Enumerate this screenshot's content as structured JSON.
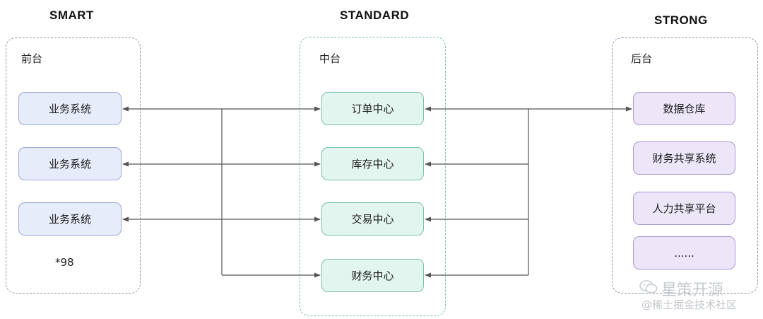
{
  "columns": {
    "left": {
      "title": "SMART",
      "panel_label": "前台",
      "items": [
        "业务系统",
        "业务系统",
        "业务系统"
      ],
      "note": "*98"
    },
    "middle": {
      "title": "STANDARD",
      "panel_label": "中台",
      "items": [
        "订单中心",
        "库存中心",
        "交易中心",
        "财务中心"
      ]
    },
    "right": {
      "title": "STRONG",
      "panel_label": "后台",
      "items": [
        "数据仓库",
        "财务共享系统",
        "人力共享平台",
        "......"
      ]
    }
  },
  "watermark": {
    "main": "星策开源",
    "sub": "@稀土掘金技术社区"
  },
  "colors": {
    "front_fill": "#e7ecfb",
    "middle_fill": "#e3f5ef",
    "back_fill": "#ece6f8",
    "connector": "#555555"
  }
}
